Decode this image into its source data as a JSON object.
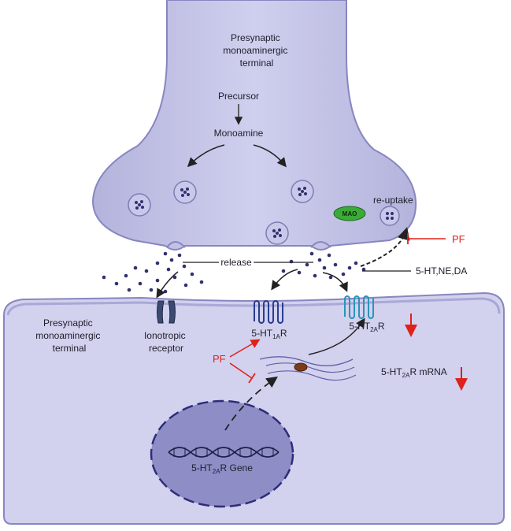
{
  "labels": {
    "presynaptic_terminal": [
      "Presynaptic",
      "monoaminergic",
      "terminal"
    ],
    "precursor": "Precursor",
    "monoamine": "Monoamine",
    "mao": "MAO",
    "reuptake": "re-uptake",
    "pf_reuptake": "PF",
    "release": "release",
    "transmitters": "5-HT,NE,DA",
    "postsynaptic_terminal": [
      "Presynaptic",
      "monoaminergic",
      "terminal"
    ],
    "ionotropic_receptor": [
      "Ionotropic",
      "receptor"
    ],
    "ht1a_receptor": {
      "prefix": "5-HT",
      "sub": "1A",
      "suffix": "R"
    },
    "ht2a_receptor": {
      "prefix": "5-HT",
      "sub": "2A",
      "suffix": "R"
    },
    "pf_gene": "PF",
    "ht2a_mrna": {
      "prefix": "5-HT",
      "sub": "2A",
      "suffix": "R mRNA"
    },
    "ht2a_gene": {
      "prefix": "5-HT",
      "sub": "2A",
      "suffix": "R Gene"
    }
  },
  "colors": {
    "membrane_fill": "#c3c2e4",
    "membrane_stroke": "#8786c0",
    "cell_fill": "#d2d1ee",
    "nucleus_fill": "#8f8dc6",
    "vesicle_dot": "#2f3170",
    "mao_fill": "#3caa37",
    "inhibit_red": "#e0201b",
    "receptor_1a": "#2a3d8f",
    "receptor_2a": "#2c93b8",
    "ionotropic": "#3c4a72"
  },
  "icons": [
    "vesicle-icon",
    "mao-enzyme-icon",
    "ionotropic-receptor-icon",
    "gpcr-receptor-icon",
    "mrna-ribosome-icon",
    "dna-helix-icon",
    "down-arrow-icon",
    "inhibition-bar-icon"
  ]
}
